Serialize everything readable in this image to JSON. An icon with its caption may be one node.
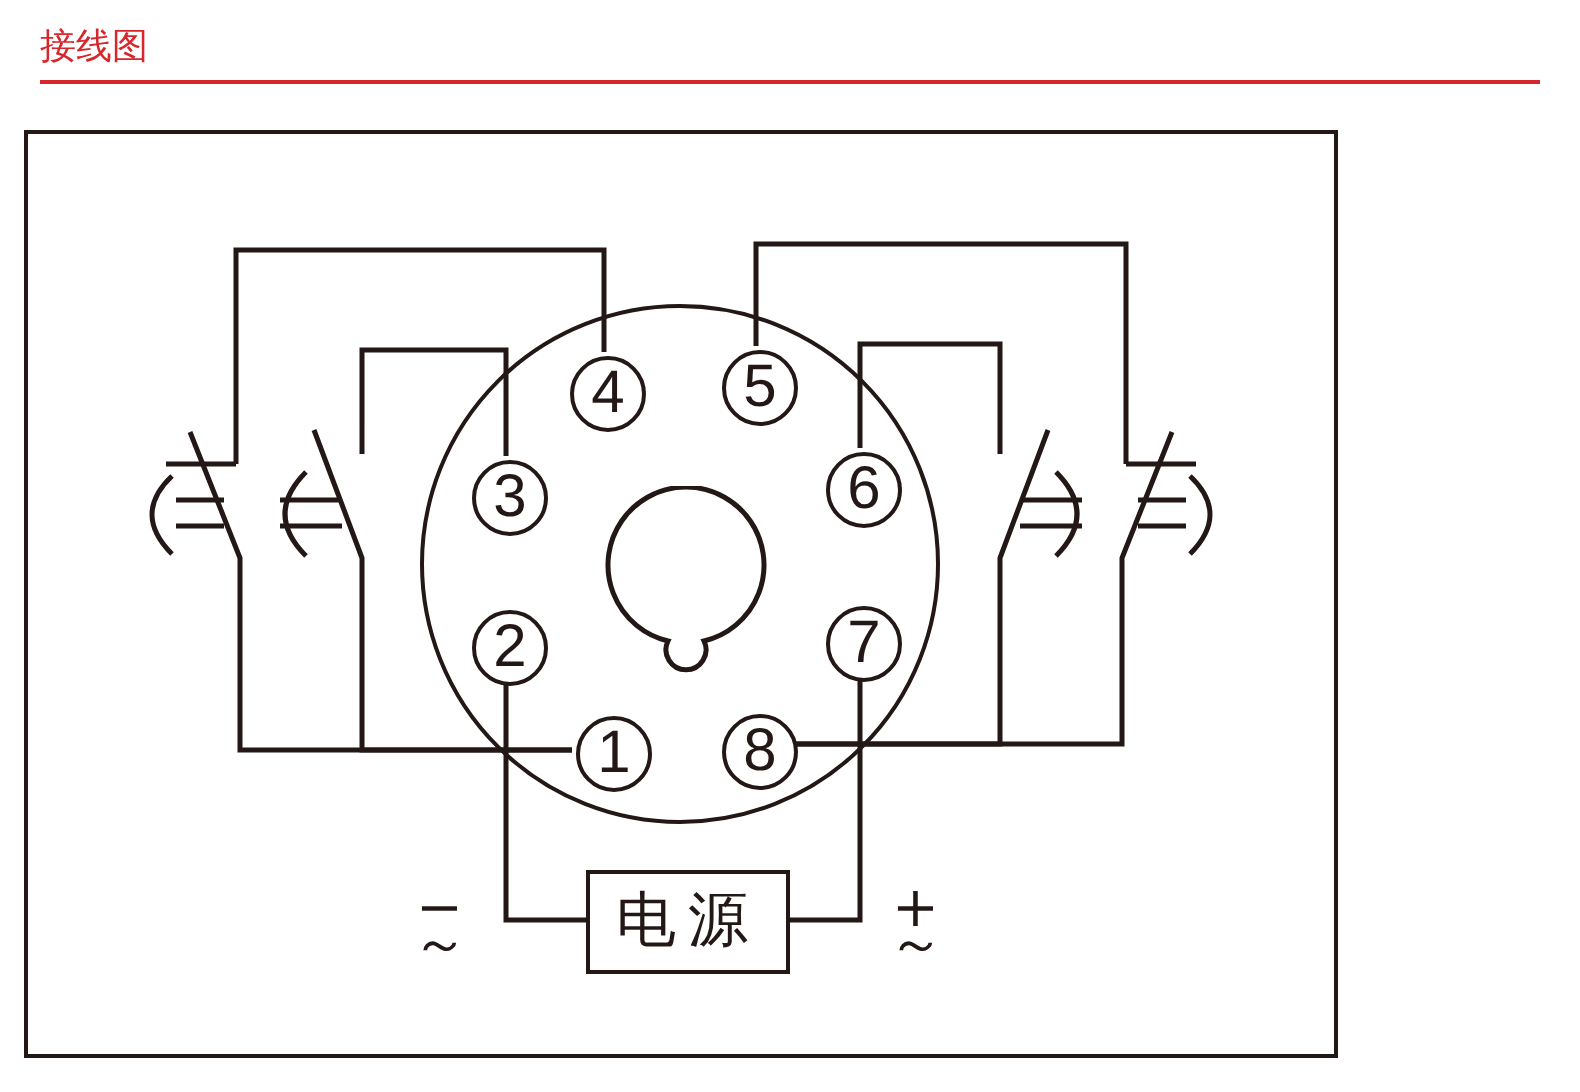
{
  "diagram": {
    "title": "接线图",
    "nodes": [
      {
        "text": [],
        "shape": "circle"
      },
      {
        "text": [
          "1"
        ],
        "in": 0
      },
      {
        "text": [
          "2"
        ],
        "in": 0
      },
      {
        "text": [
          "3"
        ],
        "in": 0
      },
      {
        "text": [
          "4"
        ],
        "in": 0
      },
      {
        "text": [
          "5"
        ],
        "in": 0
      },
      {
        "text": [
          "6"
        ],
        "in": 0
      },
      {
        "text": [
          "7"
        ],
        "in": 0
      },
      {
        "text": [
          "8"
        ],
        "in": 0
      },
      {
        "text": [
          "电源"
        ]
      },
      {
        "text": [],
        "shape": "switch"
      },
      {
        "text": [],
        "shape": "switch"
      },
      {
        "text": [],
        "shape": "switch"
      },
      {
        "text": [],
        "shape": "switch"
      }
    ],
    "edges": [
      {
        "from": 4,
        "to": 10,
        "arrow": "none"
      },
      {
        "from": 10,
        "to": 1,
        "arrow": "none"
      },
      {
        "from": 3,
        "to": 11,
        "arrow": "none"
      },
      {
        "from": 11,
        "to": 1,
        "arrow": "none"
      },
      {
        "from": 5,
        "to": 13,
        "arrow": "none"
      },
      {
        "from": 13,
        "to": 8,
        "arrow": "none"
      },
      {
        "from": 6,
        "to": 12,
        "arrow": "none"
      },
      {
        "from": 12,
        "to": 8,
        "arrow": "none"
      },
      {
        "from": 2,
        "to": 9,
        "arrow": "none"
      },
      {
        "from": 7,
        "to": 9,
        "arrow": "none"
      }
    ],
    "labels": [
      "−",
      "～",
      "+",
      "～"
    ]
  }
}
